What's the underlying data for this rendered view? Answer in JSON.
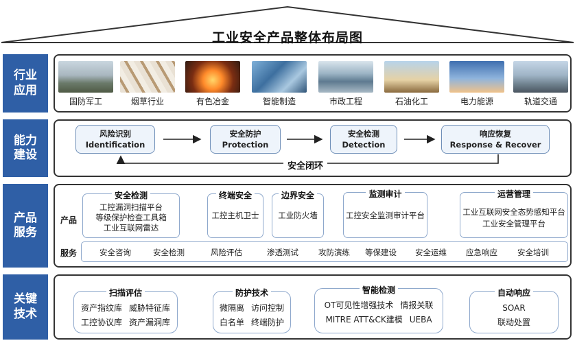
{
  "title": "工业安全产品整体布局图",
  "rows": {
    "industry": "行业\n应用",
    "capability": "能力\n建设",
    "product": "产品\n服务",
    "tech": "关键\n技术"
  },
  "industries": [
    "国防军工",
    "烟草行业",
    "有色冶金",
    "智能制造",
    "市政工程",
    "石油化工",
    "电力能源",
    "轨道交通"
  ],
  "capabilities": [
    {
      "cn": "风险识别",
      "en": "Identification"
    },
    {
      "cn": "安全防护",
      "en": "Protection"
    },
    {
      "cn": "安全检测",
      "en": "Detection"
    },
    {
      "cn": "响应恢复",
      "en": "Response & Recover"
    }
  ],
  "loop_label": "安全闭环",
  "products_label": "产品",
  "services_label": "服务",
  "product_groups": [
    {
      "title": "安全检测",
      "items": [
        "工控漏洞扫描平台",
        "等级保护检查工具箱",
        "工业互联网雷达"
      ]
    },
    {
      "title": "终端安全",
      "items": [
        "工控主机卫士"
      ]
    },
    {
      "title": "边界安全",
      "items": [
        "工业防火墙"
      ]
    },
    {
      "title": "监测审计",
      "items": [
        "工控安全监测审计平台"
      ]
    },
    {
      "title": "运营管理",
      "items": [
        "工业互联网安全态势感知平台",
        "工业安全管理平台"
      ]
    }
  ],
  "services": [
    "安全咨询",
    "安全检测",
    "风险评估",
    "渗透测试",
    "攻防演练",
    "等保建设",
    "安全运维",
    "应急响应",
    "安全培训"
  ],
  "tech_groups": [
    {
      "title": "扫描评估",
      "rows": [
        [
          "资产指纹库",
          "威胁特征库"
        ],
        [
          "工控协议库",
          "资产漏洞库"
        ]
      ]
    },
    {
      "title": "防护技术",
      "rows": [
        [
          "微隔离",
          "访问控制"
        ],
        [
          "白名单",
          "终端防护"
        ]
      ]
    },
    {
      "title": "智能检测",
      "rows": [
        [
          "OT可见性增强技术",
          "情报关联"
        ],
        [
          "MITRE ATT&CK建模",
          "UEBA"
        ]
      ]
    },
    {
      "title": "自动响应",
      "rows": [
        [
          "SOAR"
        ],
        [
          "联动处置"
        ]
      ]
    }
  ],
  "colors": {
    "label_bg": "#2f5fa6",
    "box_border": "#8ea8cc",
    "cap_fill": "#eef4fb"
  }
}
